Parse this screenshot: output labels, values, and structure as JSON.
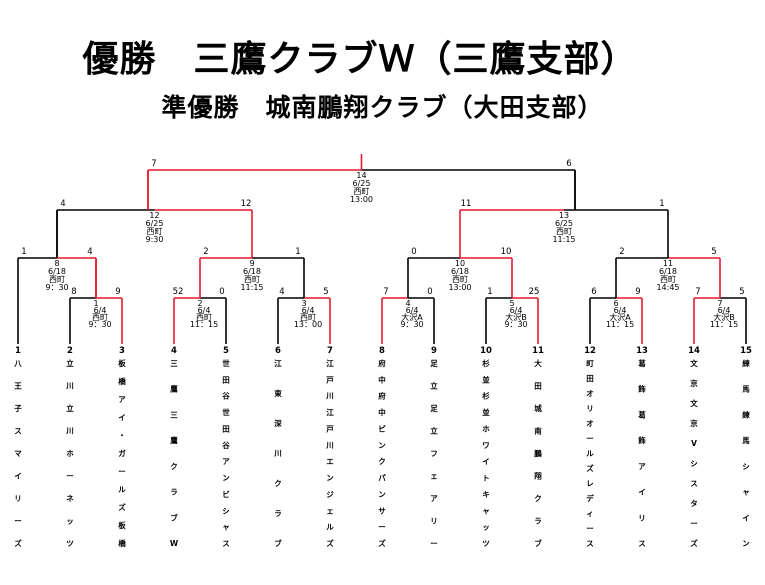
{
  "title": "優勝　三鷹クラブＷ（三鷹支部）",
  "subtitle": "準優勝　城南鵬翔クラブ（大田支部）",
  "colors": {
    "winner_line": "#e8192c",
    "line": "#000000"
  },
  "teams": [
    {
      "num": "1",
      "name": "八王子スマイリーズ"
    },
    {
      "num": "2",
      "name": "立川立川ホーネッツ"
    },
    {
      "num": "3",
      "name": "板橋アイ・ガールズ板橋"
    },
    {
      "num": "4",
      "name": "三鷹三鷹クラブW"
    },
    {
      "num": "5",
      "name": "世田谷世田谷アンビシャス"
    },
    {
      "num": "6",
      "name": "江東深川クラブ"
    },
    {
      "num": "7",
      "name": "江戸川江戸川エンジェルズ"
    },
    {
      "num": "8",
      "name": "府中府中ピンクパンサーズ"
    },
    {
      "num": "9",
      "name": "足立足立フェアリー"
    },
    {
      "num": "10",
      "name": "杉並杉並ホワイトキャッツ"
    },
    {
      "num": "11",
      "name": "大田城南鵬翔クラブ"
    },
    {
      "num": "12",
      "name": "町田オリオールズレディース"
    },
    {
      "num": "13",
      "name": "葛飾葛飾アイリス"
    },
    {
      "num": "14",
      "name": "文京文京Vシスターズ"
    },
    {
      "num": "15",
      "name": "練馬練馬シャイン"
    }
  ],
  "matches": {
    "m1": {
      "info": [
        "1",
        "6/4",
        "西町",
        "9：30"
      ],
      "scores": [
        "8",
        "9"
      ]
    },
    "m2": {
      "info": [
        "2",
        "6/4",
        "西町",
        "11：15"
      ],
      "scores": [
        "52",
        "0"
      ]
    },
    "m3": {
      "info": [
        "3",
        "6/4",
        "西町",
        "13：00"
      ],
      "scores": [
        "4",
        "5"
      ]
    },
    "m4": {
      "info": [
        "4",
        "6/4",
        "大沢A",
        "9：30"
      ],
      "scores": [
        "7",
        "0"
      ]
    },
    "m5": {
      "info": [
        "5",
        "6/4",
        "大沢B",
        "9：30"
      ],
      "scores": [
        "1",
        "25"
      ]
    },
    "m6": {
      "info": [
        "6",
        "6/4",
        "大沢A",
        "11：15"
      ],
      "scores": [
        "6",
        "9"
      ]
    },
    "m7": {
      "info": [
        "7",
        "6/4",
        "大沢B",
        "11：15"
      ],
      "scores": [
        "7",
        "5"
      ]
    },
    "m8": {
      "info": [
        "8",
        "6/18",
        "西町",
        "9：30"
      ],
      "scores": [
        "1",
        "4"
      ]
    },
    "m9": {
      "info": [
        "9",
        "6/18",
        "西町",
        "11:15"
      ],
      "scores": [
        "2",
        "1"
      ]
    },
    "m10": {
      "info": [
        "10",
        "6/18",
        "西町",
        "13:00"
      ],
      "scores": [
        "0",
        "10"
      ]
    },
    "m11": {
      "info": [
        "11",
        "6/18",
        "西町",
        "14:45"
      ],
      "scores": [
        "2",
        "5"
      ]
    },
    "m12": {
      "info": [
        "12",
        "6/25",
        "西町",
        "9:30"
      ],
      "scores": [
        "4",
        "12"
      ]
    },
    "m13": {
      "info": [
        "13",
        "6/25",
        "西町",
        "11:15"
      ],
      "scores": [
        "11",
        "1"
      ]
    },
    "m14": {
      "info": [
        "14",
        "6/25",
        "西町",
        "13:00"
      ],
      "scores": [
        "7",
        "6"
      ]
    }
  }
}
